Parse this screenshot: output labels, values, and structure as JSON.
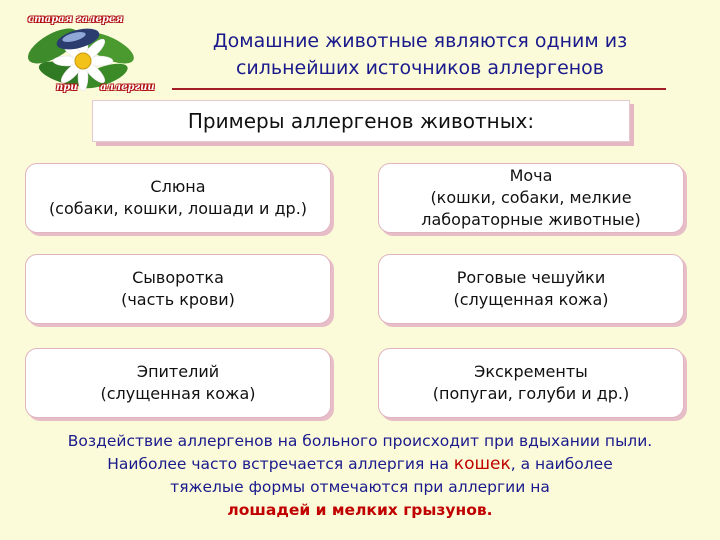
{
  "logo": {
    "top_text": "старая галерея",
    "bottom_left_text": "при",
    "bottom_right_text": "аллергии"
  },
  "header": {
    "title_line1": "Домашние животные являются одним из",
    "title_line2": "сильнейших источников аллергенов"
  },
  "subheading": "Примеры аллергенов животных:",
  "cards": [
    {
      "line1": "Слюна",
      "line2": "(собаки, кошки, лошади и др.)",
      "line3": ""
    },
    {
      "line1": "Моча",
      "line2": "(кошки, собаки, мелкие",
      "line3": "лабораторные животные)"
    },
    {
      "line1": "Сыворотка",
      "line2": "(часть крови)",
      "line3": ""
    },
    {
      "line1": "Роговые чешуйки",
      "line2": "(слущенная кожа)",
      "line3": ""
    },
    {
      "line1": "Эпителий",
      "line2": "(слущенная кожа)",
      "line3": ""
    },
    {
      "line1": "Экскременты",
      "line2": "(попугаи, голуби и др.)",
      "line3": ""
    }
  ],
  "footer": {
    "line1": "Воздействие аллергенов на больного происходит при вдыхании пыли.",
    "line2_a": "Наиболее часто встречается аллергия на ",
    "line2_highlight": "кошек",
    "line2_b": ", а наиболее",
    "line3": "тяжелые формы отмечаются при аллергии на",
    "line4": "лошадей и мелких грызунов."
  },
  "colors": {
    "title": "#1a1a8c",
    "accent_red": "#c00000",
    "rule": "#a51d24",
    "background": "#fbfbd9"
  }
}
